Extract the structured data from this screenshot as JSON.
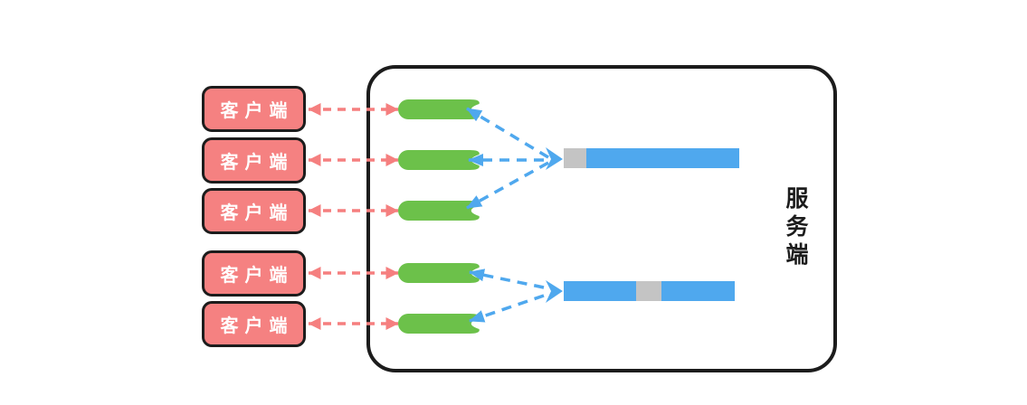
{
  "colors": {
    "background": "#ffffff",
    "ink": "#1c1c1c",
    "client_fill": "#f58181",
    "client_text": "#ffffff",
    "arrow_red": "#f57f7f",
    "channel_green": "#6cc14a",
    "thread_blue": "#4fa8ee",
    "segment_gray": "#c4c4c4"
  },
  "clients": [
    {
      "label": "客户端"
    },
    {
      "label": "客户端"
    },
    {
      "label": "客户端"
    },
    {
      "label": "客户端"
    },
    {
      "label": "客户端"
    }
  ],
  "server": {
    "label": "服务端"
  }
}
